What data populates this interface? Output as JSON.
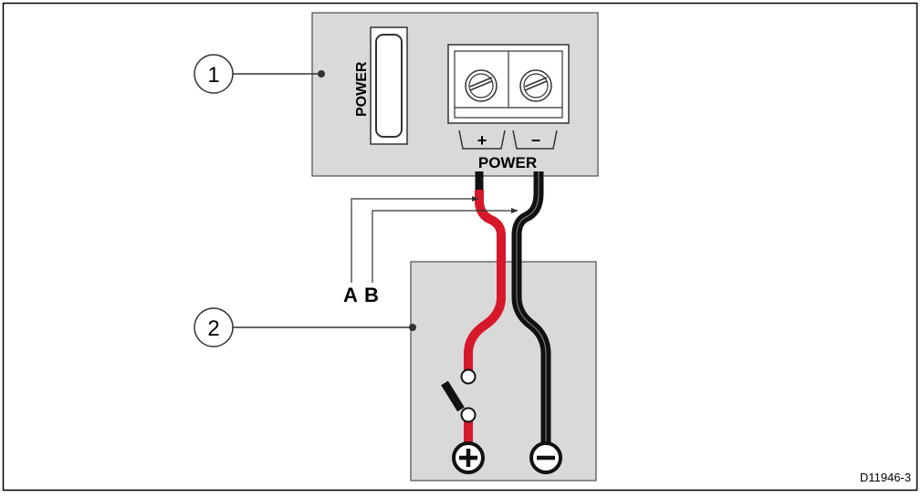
{
  "device": {
    "power_button_label": "POWER",
    "terminal_plus": "+",
    "terminal_minus": "–",
    "connector_label": "POWER"
  },
  "callouts": {
    "item1": "1",
    "item2": "2"
  },
  "wires": {
    "label_a": "A",
    "label_b": "B",
    "positive_color": "#d7182a",
    "negative_color": "#111111"
  },
  "supply": {
    "positive_symbol": "+",
    "negative_symbol": "−"
  },
  "figure_ref": "D11946-3"
}
